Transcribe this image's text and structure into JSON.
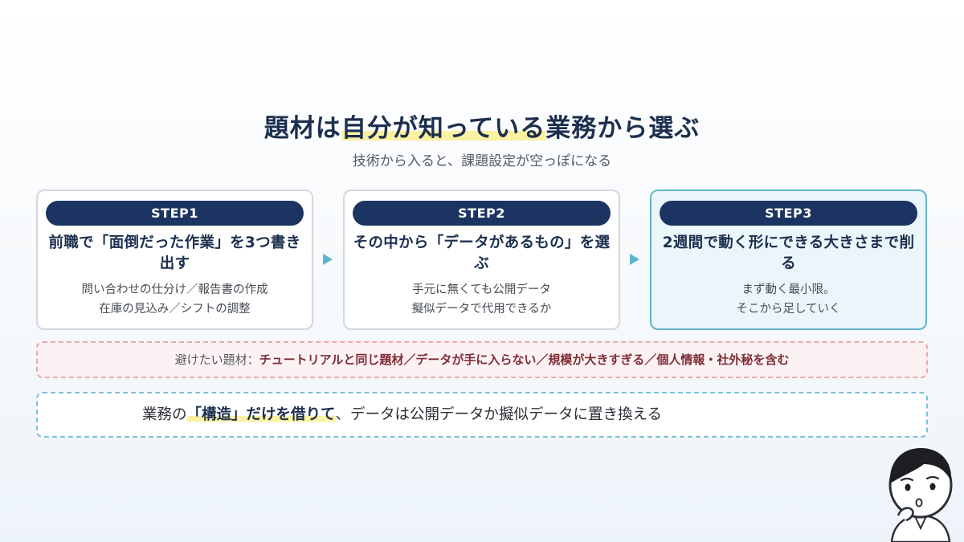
{
  "title": {
    "before": "題材は",
    "highlight": "自分が知っている",
    "after": "業務から選ぶ"
  },
  "subtitle": "技術から入ると、課題設定が空っぽになる",
  "steps": [
    {
      "label": "STEP1",
      "heading": "前職で「面倒だった作業」を3つ書き出す",
      "desc": [
        "問い合わせの仕分け／報告書の作成",
        "在庫の見込み／シフトの調整"
      ]
    },
    {
      "label": "STEP2",
      "heading": "その中から「データがあるもの」を選ぶ",
      "desc": [
        "手元に無くても公開データ",
        "擬似データで代用できるか"
      ]
    },
    {
      "label": "STEP3",
      "heading": "2週間で動く形にできる大きさまで削る",
      "desc": [
        "まず動く最小限。",
        "そこから足していく"
      ]
    }
  ],
  "avoid": {
    "label": "避けたい題材：",
    "items": "チュートリアルと同じ題材／データが手に入らない／規模が大きすぎる／個人情報・社外秘を含む"
  },
  "key_message": {
    "before": "業務の",
    "highlight": "「構造」だけを借りて",
    "after": "、データは公開データか擬似データに置き換える"
  },
  "colors": {
    "navy": "#1c3461",
    "accent_teal": "#5bb3cf",
    "highlight_yellow": "#fbf1a3",
    "warning_pink": "#e9a8ae"
  },
  "icons": {
    "arrow": "triangle-right-icon",
    "mascot": "thinking-person-illustration"
  }
}
